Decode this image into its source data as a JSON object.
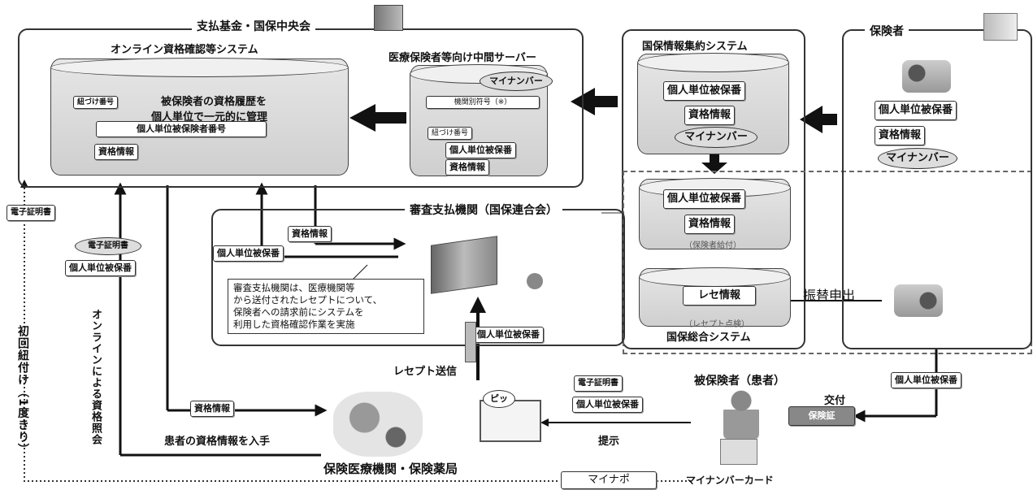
{
  "central": {
    "title": "支払基金・国保中央会",
    "online_system": "オンライン資格確認等システム",
    "middle_server": "医療保険者等向け中間サーバー",
    "history_text_1": "被保険者の資格履歴を",
    "history_text_2": "個人単位で一元的に管理",
    "link_number": "紐づけ番号",
    "personal_insured_number": "個人単位被保険者番号",
    "qualification_info": "資格情報"
  },
  "middle": {
    "my_number": "マイナンバー",
    "org_code": "機関別符号（※）",
    "link_number": "紐づけ番号",
    "personal_insured": "個人単位被保番",
    "qualification_info": "資格情報"
  },
  "kokuho_agg": {
    "title": "国保情報集約システム",
    "personal_insured": "個人単位被保番",
    "qualification_info": "資格情報",
    "my_number": "マイナンバー"
  },
  "kokuho_general": {
    "title": "国保総合システム",
    "personal_insured": "個人単位被保番",
    "qualification_info": "資格情報",
    "insurer_given": "（保険者給付）",
    "rece_info": "レセ情報",
    "rece_store": "（レセプト点検）"
  },
  "insurer": {
    "title": "保険者",
    "personal_insured": "個人単位被保番",
    "qualification_info": "資格情報",
    "my_number": "マイナンバー",
    "transfer_request": "振替申出"
  },
  "review": {
    "title": "審査支払機関（国保連合会）",
    "qualification_info": "資格情報",
    "personal_insured": "個人単位被保番",
    "note_1": "審査支払機関は、医療機関等",
    "note_2": "から送付されたレセプトについて、",
    "note_3": "保険者への請求前にシステムを",
    "note_4": "利用した資格確認作業を実施"
  },
  "left": {
    "e_cert_outer": "電子証明書",
    "e_cert_inner": "電子証明書",
    "personal_insured": "個人単位被保番",
    "online_query": "オンラインによる資格照会",
    "first_link": "初回紐付け（1度きり）"
  },
  "bottom": {
    "qualification_info": "資格情報",
    "obtain_info": "患者の資格情報を入手",
    "hospital": "保険医療機関・保険薬局",
    "rece_send": "レセプト送信",
    "rece_personal": "個人単位被保番",
    "e_cert": "電子証明書",
    "personal_insured": "個人単位被保番",
    "present": "提示",
    "beep": "ピッ",
    "patient": "被保険者（患者）",
    "card": "マイナンバーカード",
    "mynapo": "マイナポ",
    "issue": "交付",
    "insurance_card": "保険証",
    "issue_personal": "個人単位被保番"
  }
}
